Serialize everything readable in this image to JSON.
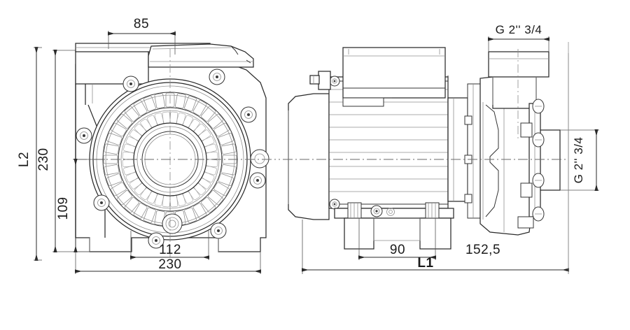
{
  "drawing": {
    "title": "Centrifugal pump dimensional drawing",
    "views": [
      {
        "name": "front-view",
        "label": ""
      },
      {
        "name": "side-view",
        "label": ""
      }
    ],
    "line_color": "#2a2a2a",
    "thin_line_color": "#8a8a8a",
    "background": "#ffffff",
    "text_color": "#1b1b1b"
  },
  "dimensions": {
    "front_top_width": "85",
    "front_overall_height": "230",
    "front_height_symbol": "L2",
    "front_foot_height": "109",
    "front_bolt_span": "112",
    "front_overall_width": "230",
    "side_foot_span": "90",
    "side_length_symbol": "L1",
    "side_pump_length": "152,5",
    "suction_thread": "G 2'' 3/4",
    "discharge_thread": "G 2'' 3/4"
  },
  "labels": {
    "front_view_name": "pump-front-view",
    "side_view_name": "pump-side-view",
    "fan_cowl": "fan-cowl",
    "motor_body": "motor-body",
    "terminal_box": "terminal-box",
    "pump_volute": "pump-volute",
    "mounting_foot": "mounting-foot",
    "suction_port": "suction-port",
    "discharge_port": "discharge-port"
  }
}
